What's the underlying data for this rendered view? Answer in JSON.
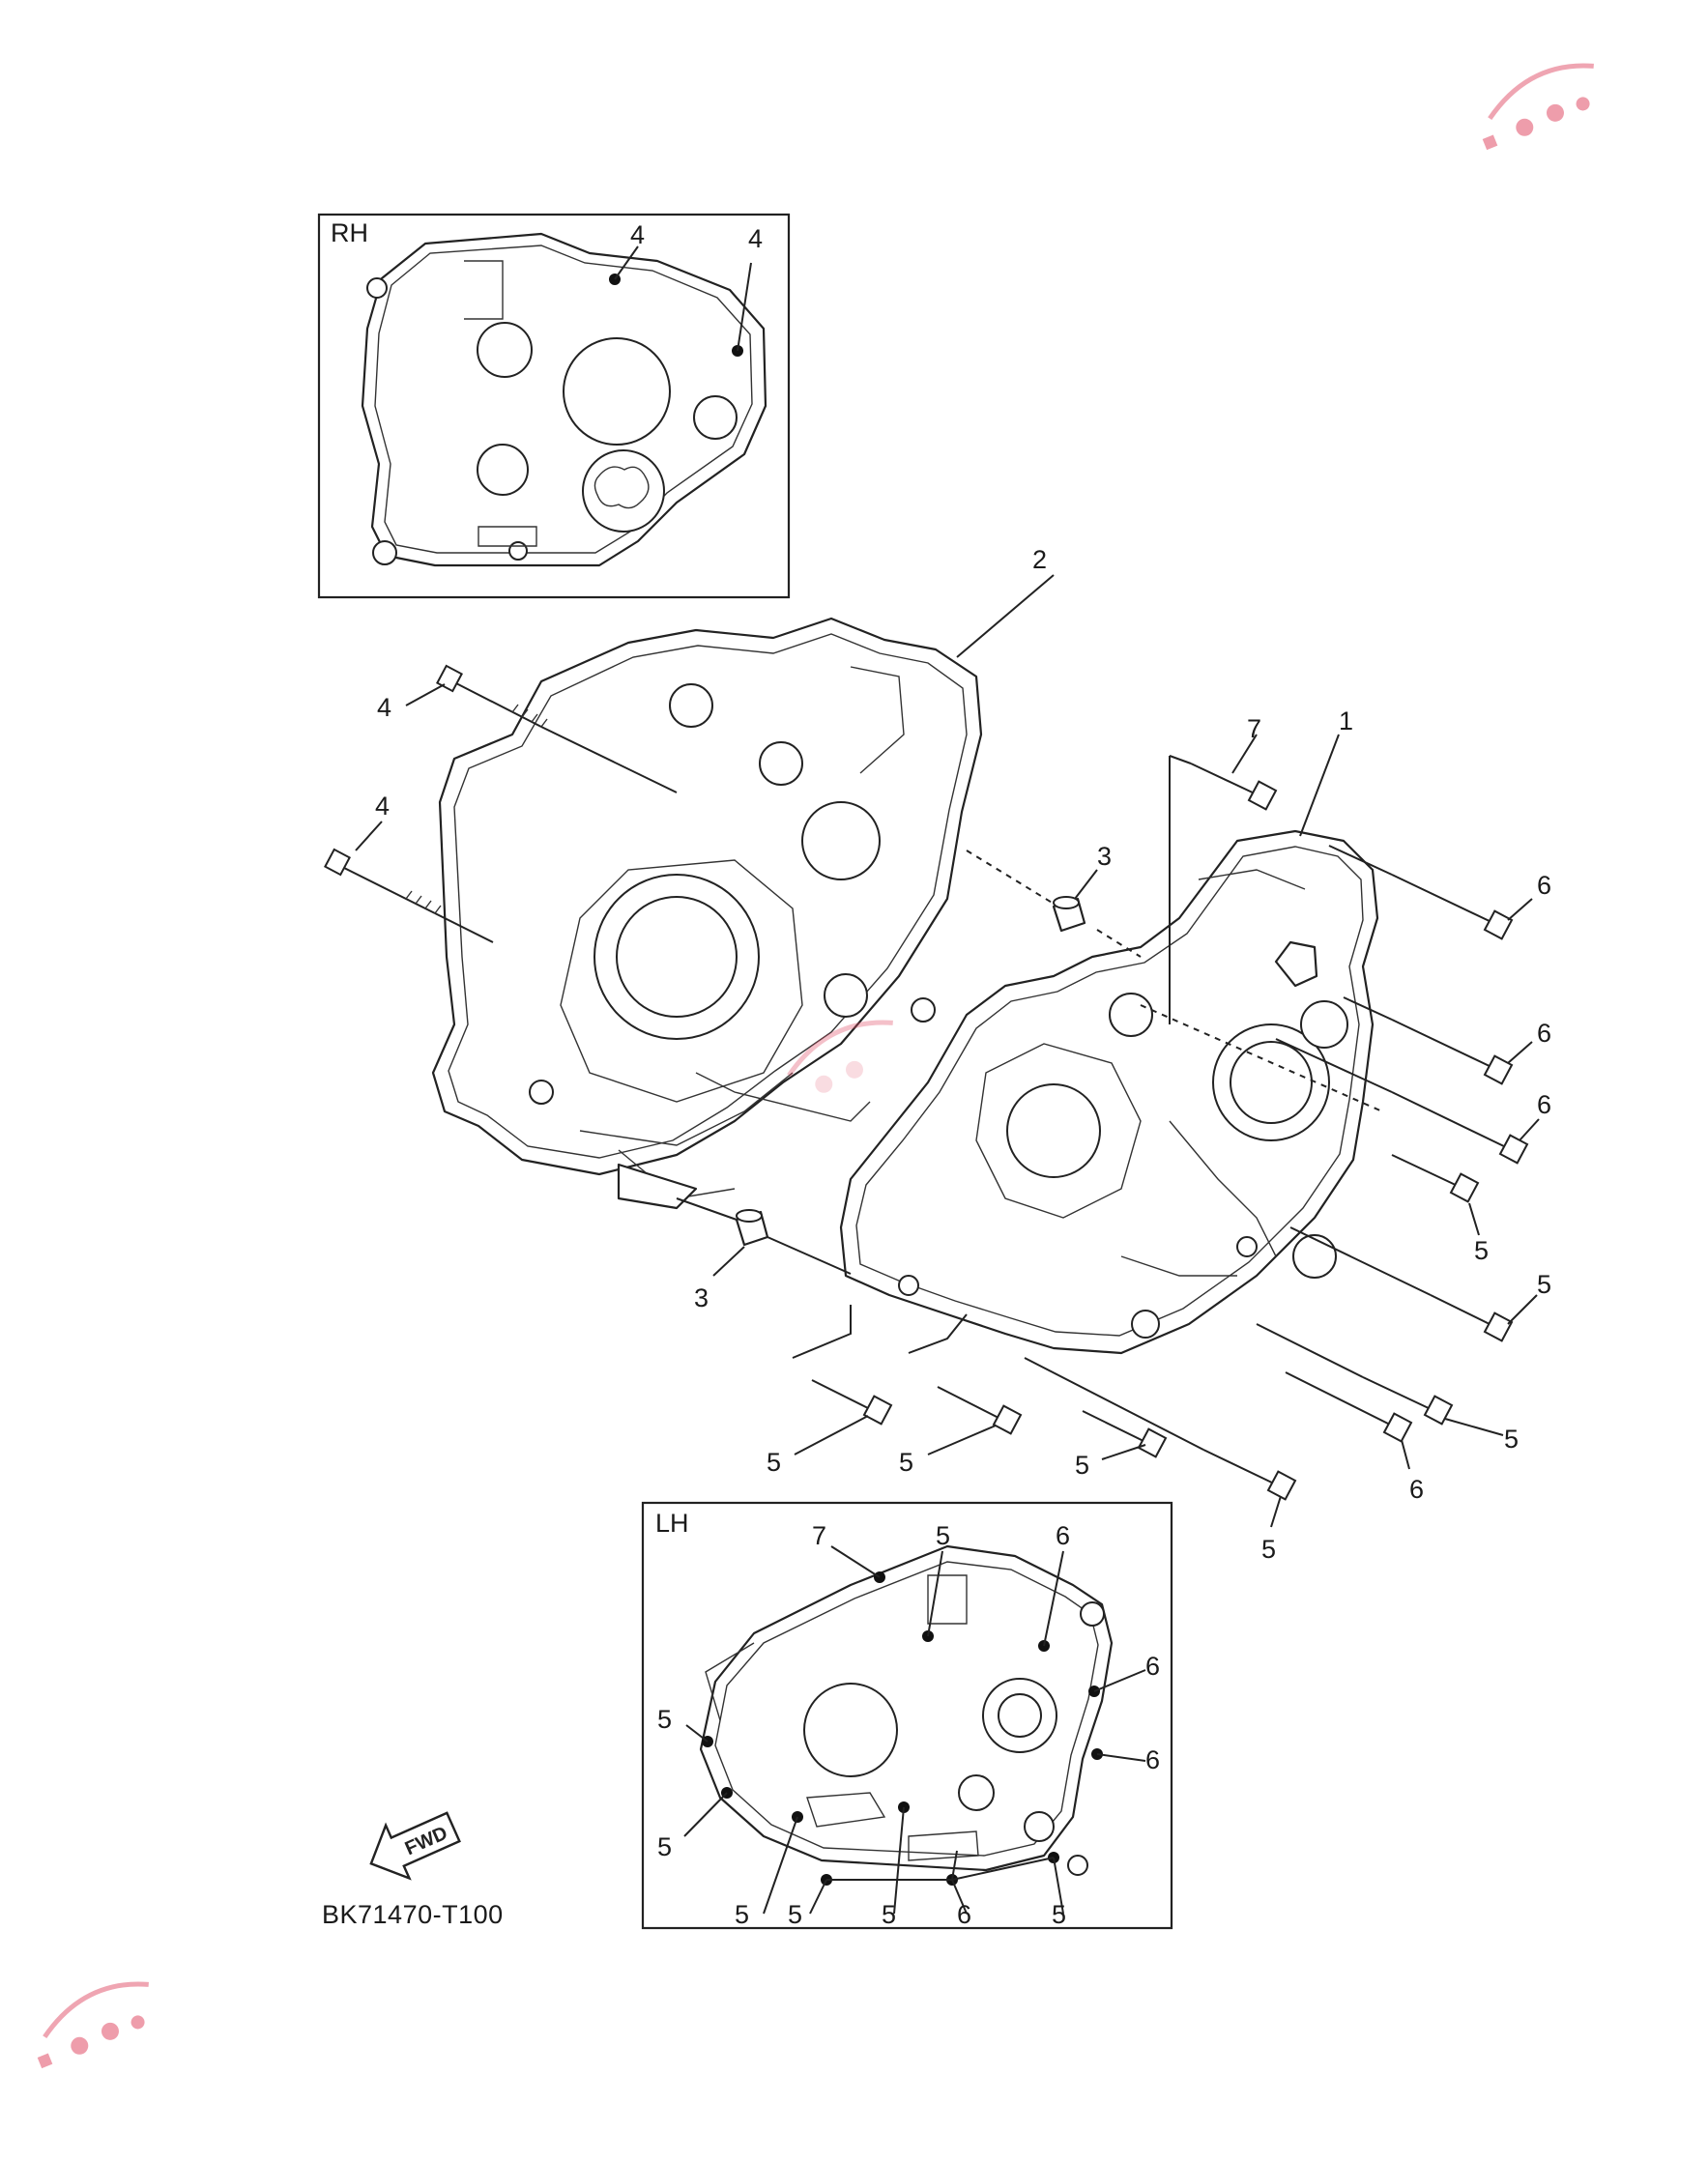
{
  "diagram_code": "BK71470-T100",
  "inset_rh": {
    "title": "RH",
    "callouts": [
      "4",
      "4"
    ]
  },
  "inset_lh": {
    "title": "LH",
    "callouts": [
      "7",
      "5",
      "6",
      "6",
      "6",
      "5",
      "5",
      "5",
      "5",
      "5",
      "6",
      "5"
    ]
  },
  "fwd_arrow": {
    "text": "FWD"
  },
  "callouts": {
    "c2": "2",
    "c1": "1",
    "c7": "7",
    "c4a": "4",
    "c4b": "4",
    "c3a": "3",
    "c3b": "3",
    "c6a": "6",
    "c6b": "6",
    "c6c": "6",
    "c6d": "6",
    "c5a": "5",
    "c5b": "5",
    "c5c": "5",
    "c5d": "5",
    "c5e": "5",
    "c5f": "5",
    "c5g": "5"
  },
  "watermark": {
    "logo": "moto-guide-logo",
    "color": "#e04c66"
  }
}
